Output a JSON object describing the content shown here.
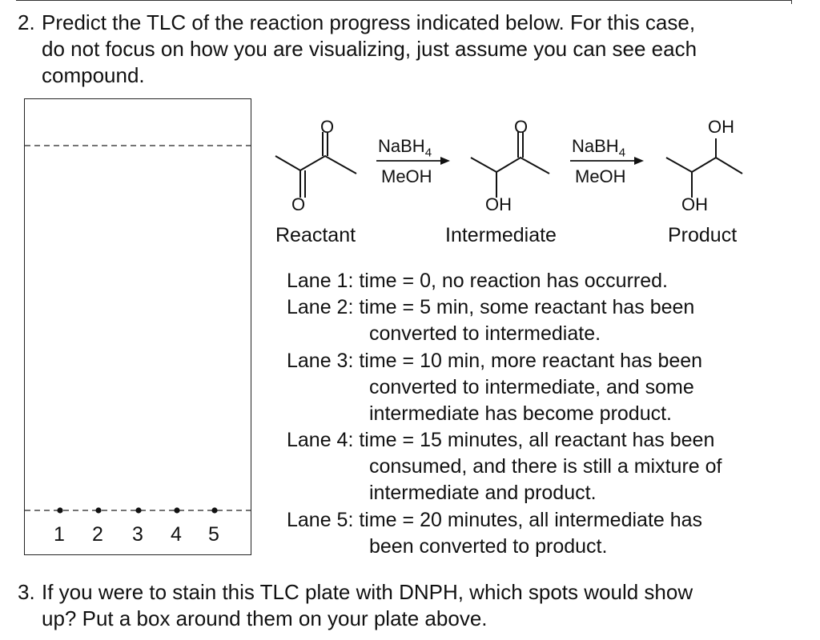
{
  "question2": {
    "number": "2.",
    "line1": "Predict the TLC of the reaction progress indicated below. For this case,",
    "line2": "do not focus on how you are visualizing, just assume you can see each",
    "line3": "compound."
  },
  "scheme": {
    "reagent1_top": "NaBH",
    "reagent1_sub": "4",
    "reagent1_bottom": "MeOH",
    "reagent2_top": "NaBH",
    "reagent2_sub": "4",
    "reagent2_bottom": "MeOH",
    "atom_O": "O",
    "atom_OH": "OH",
    "label_reactant": "Reactant",
    "label_intermediate": "Intermediate",
    "label_product": "Product"
  },
  "lanes": [
    {
      "head": "Lane 1: time = 0, no reaction has occurred.",
      "rest": []
    },
    {
      "head": "Lane 2: time = 5 min, some reactant has been",
      "rest": [
        "converted to intermediate."
      ]
    },
    {
      "head": "Lane 3: time = 10 min, more reactant has been",
      "rest": [
        "converted to intermediate, and some",
        "intermediate has become product."
      ]
    },
    {
      "head": "Lane 4: time = 15 minutes, all reactant has been",
      "rest": [
        "consumed, and there is still a mixture of",
        "intermediate and product."
      ]
    },
    {
      "head": "Lane 5: time = 20 minutes, all intermediate has",
      "rest": [
        "been converted to product."
      ]
    }
  ],
  "plate": {
    "lane_numbers": [
      "1",
      "2",
      "3",
      "4",
      "5"
    ]
  },
  "question3": {
    "number": "3.",
    "line1": "If you were to stain this TLC plate with DNPH, which spots would show",
    "line2": "up? Put a box around them on your plate above."
  }
}
